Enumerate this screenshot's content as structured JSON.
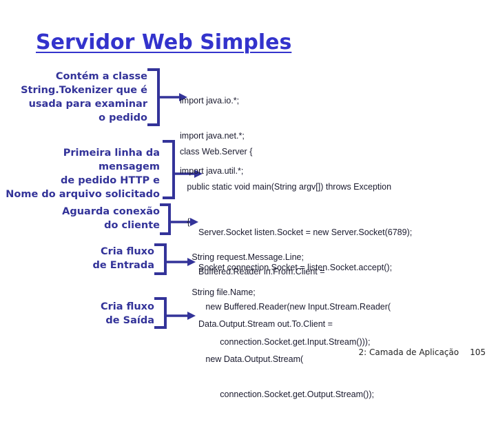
{
  "slide": {
    "title": "Servidor Web Simples",
    "title_color": "#3333cc",
    "accent_color": "#333399",
    "code_color": "#1a1a2e",
    "background": "#ffffff"
  },
  "callouts": [
    {
      "id": "contem-a-classe",
      "text": "Contém a classe\nString.Tokenizer que é\nusada para examinar\no pedido"
    },
    {
      "id": "primeira-linha",
      "text": "Primeira linha da mensagem\nde pedido HTTP e\nNome do arquivo solicitado"
    },
    {
      "id": "aguarda-conexao",
      "text": "Aguarda conexão\ndo cliente"
    },
    {
      "id": "cria-fluxo-entrada",
      "text": "Cria fluxo\nde Entrada"
    },
    {
      "id": "cria-fluxo-saida",
      "text": "Cria fluxo\nde Saída"
    }
  ],
  "code_blocks": [
    {
      "id": "imports",
      "lines": [
        "import java.io.*;",
        "import java.net.*;",
        "import java.util.*;"
      ]
    },
    {
      "id": "class-declaration",
      "lines": [
        "class Web.Server {",
        "   public static void main(String argv[]) throws Exception",
        "   {",
        "     String request.Message.Line;",
        "     String file.Name;"
      ]
    },
    {
      "id": "sockets",
      "lines": [
        "Server.Socket listen.Socket = new Server.Socket(6789);",
        "Socket connection.Socket = listen.Socket.accept();"
      ]
    },
    {
      "id": "input-stream",
      "lines": [
        "Buffered.Reader in.From.Client =",
        "   new Buffered.Reader(new Input.Stream.Reader(",
        "         connection.Socket.get.Input.Stream()));"
      ]
    },
    {
      "id": "output-stream",
      "lines": [
        "Data.Output.Stream out.To.Client =",
        "   new Data.Output.Stream(",
        "         connection.Socket.get.Output.Stream());"
      ]
    }
  ],
  "footer": {
    "label": "2: Camada de Aplicação",
    "page": "105"
  }
}
